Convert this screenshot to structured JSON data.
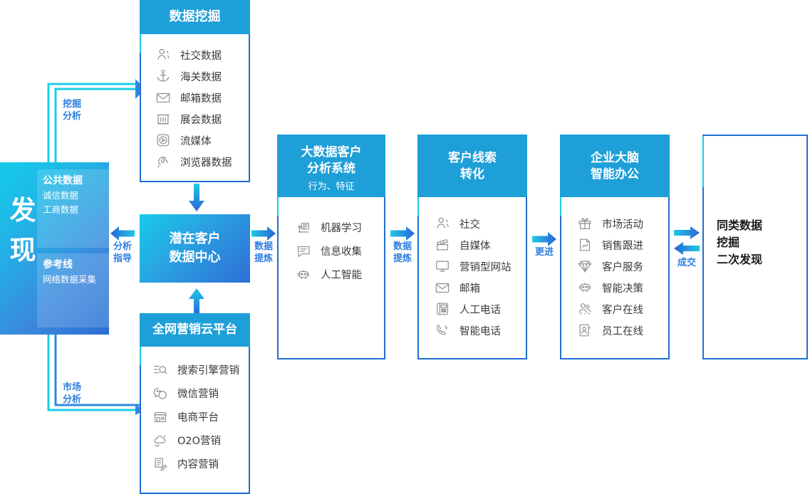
{
  "discover": {
    "word": "发现",
    "blocks": [
      {
        "title": "公共数据",
        "lines": [
          "诚信数据",
          "工商数据"
        ]
      },
      {
        "title": "参考线",
        "lines": [
          "网络数据采集"
        ]
      }
    ]
  },
  "cards": {
    "mining": {
      "title": "数据挖掘",
      "subtitle": "",
      "items": [
        {
          "icon": "person-social-icon",
          "label": "社交数据"
        },
        {
          "icon": "anchor-customs-icon",
          "label": "海关数据"
        },
        {
          "icon": "envelope-mail-icon",
          "label": "邮箱数据"
        },
        {
          "icon": "exhibition-hall-icon",
          "label": "展会数据"
        },
        {
          "icon": "streaming-play-icon",
          "label": "流媒体"
        },
        {
          "icon": "browser-comet-icon",
          "label": "浏览器数据"
        }
      ]
    },
    "marketing": {
      "title": "全网营销云平台",
      "subtitle": "",
      "items": [
        {
          "icon": "search-engine-icon",
          "label": "搜索引擎营销"
        },
        {
          "icon": "wechat-icon",
          "label": "微信营销"
        },
        {
          "icon": "storefront-icon",
          "label": "电商平台"
        },
        {
          "icon": "cloud-o2o-icon",
          "label": "O2O营销"
        },
        {
          "icon": "content-edit-icon",
          "label": "内容营销"
        }
      ]
    },
    "analysis": {
      "title_line1": "大数据客户",
      "title_line2": "分析系统",
      "subtitle": "行为、特征",
      "items": [
        {
          "icon": "machine-learning-icon",
          "label": "机器学习"
        },
        {
          "icon": "info-collect-icon",
          "label": "信息收集"
        },
        {
          "icon": "robot-ai-icon",
          "label": "人工智能"
        }
      ]
    },
    "leads": {
      "title_line1": "客户线索",
      "title_line2": "转化",
      "subtitle": "",
      "items": [
        {
          "icon": "person-social-icon",
          "label": "社交"
        },
        {
          "icon": "clapperboard-media-icon",
          "label": "自媒体"
        },
        {
          "icon": "monitor-website-icon",
          "label": "营销型网站"
        },
        {
          "icon": "envelope-mail-icon",
          "label": "邮箱"
        },
        {
          "icon": "desk-phone-icon",
          "label": "人工电话"
        },
        {
          "icon": "smart-call-icon",
          "label": "智能电话"
        }
      ]
    },
    "brain": {
      "title_line1": "企业大脑",
      "title_line2": "智能办公",
      "subtitle": "",
      "items": [
        {
          "icon": "gift-campaign-icon",
          "label": "市场活动"
        },
        {
          "icon": "sales-report-icon",
          "label": "销售跟进"
        },
        {
          "icon": "diamond-service-icon",
          "label": "客户服务"
        },
        {
          "icon": "robot-ai-icon",
          "label": "智能决策"
        },
        {
          "icon": "customers-online-icon",
          "label": "客户在线"
        },
        {
          "icon": "employee-card-icon",
          "label": "员工在线"
        }
      ]
    },
    "outcome": {
      "lines": [
        "同类数据",
        "挖掘",
        "二次发现"
      ]
    }
  },
  "hub": {
    "line1": "潜在客户",
    "line2": "数据中心"
  },
  "connectors": {
    "back_to_hub": {
      "line1": "分析",
      "line2": "指导"
    },
    "hub_to_analysis": {
      "line1": "数据",
      "line2": "提炼"
    },
    "analysis_to_leads": {
      "line1": "数据",
      "line2": "提炼"
    },
    "leads_to_brain": {
      "line1": "更进",
      "line2": ""
    },
    "brain_to_outcome": {
      "line1": "成交",
      "line2": ""
    }
  },
  "loops": {
    "mining": {
      "line1": "挖掘",
      "line2": "分析"
    },
    "marketing": {
      "line1": "市场",
      "line2": "分析"
    }
  },
  "colors": {
    "header_blue": "#1f9fd8",
    "border_blue": "#1f6fd2",
    "accent_cyan": "#19cfe8",
    "label_blue": "#2d7fe0",
    "gradient_start": "#14cbe9",
    "gradient_end": "#2a6fd4"
  }
}
